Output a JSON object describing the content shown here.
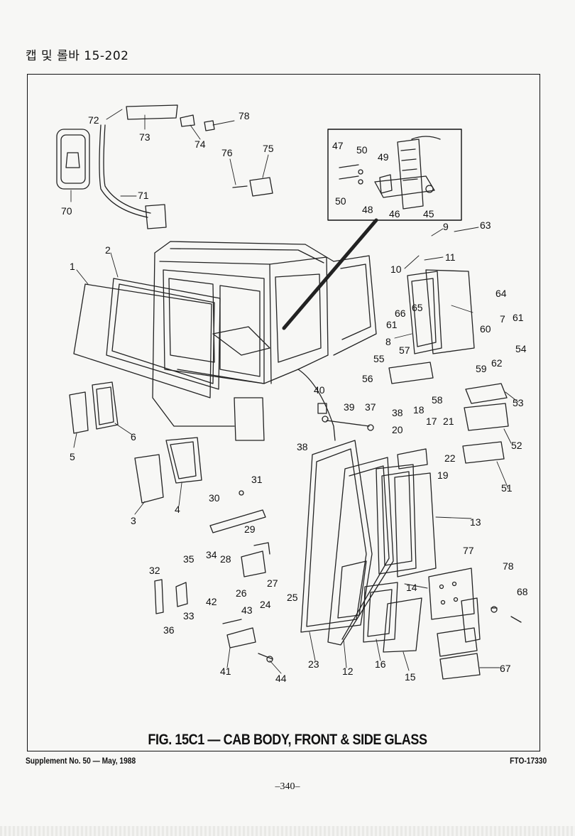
{
  "header": {
    "title": "캡 및 롤바 15-202"
  },
  "figure": {
    "caption": "FIG. 15C1 — CAB BODY, FRONT & SIDE GLASS",
    "callouts": [
      {
        "label": "1"
      },
      {
        "label": "2"
      },
      {
        "label": "3"
      },
      {
        "label": "4"
      },
      {
        "label": "5"
      },
      {
        "label": "6"
      },
      {
        "label": "7"
      },
      {
        "label": "8"
      },
      {
        "label": "9"
      },
      {
        "label": "10"
      },
      {
        "label": "11"
      },
      {
        "label": "12"
      },
      {
        "label": "13"
      },
      {
        "label": "14"
      },
      {
        "label": "15"
      },
      {
        "label": "16"
      },
      {
        "label": "17"
      },
      {
        "label": "18"
      },
      {
        "label": "19"
      },
      {
        "label": "20"
      },
      {
        "label": "21"
      },
      {
        "label": "22"
      },
      {
        "label": "23"
      },
      {
        "label": "24"
      },
      {
        "label": "25"
      },
      {
        "label": "26"
      },
      {
        "label": "27"
      },
      {
        "label": "28"
      },
      {
        "label": "29"
      },
      {
        "label": "30"
      },
      {
        "label": "31"
      },
      {
        "label": "32"
      },
      {
        "label": "33"
      },
      {
        "label": "34"
      },
      {
        "label": "35"
      },
      {
        "label": "36"
      },
      {
        "label": "37"
      },
      {
        "label": "38"
      },
      {
        "label": "38"
      },
      {
        "label": "39"
      },
      {
        "label": "40"
      },
      {
        "label": "41"
      },
      {
        "label": "42"
      },
      {
        "label": "43"
      },
      {
        "label": "44"
      },
      {
        "label": "45"
      },
      {
        "label": "46"
      },
      {
        "label": "47"
      },
      {
        "label": "48"
      },
      {
        "label": "49"
      },
      {
        "label": "50"
      },
      {
        "label": "50"
      },
      {
        "label": "51"
      },
      {
        "label": "52"
      },
      {
        "label": "53"
      },
      {
        "label": "54"
      },
      {
        "label": "55"
      },
      {
        "label": "56"
      },
      {
        "label": "57"
      },
      {
        "label": "58"
      },
      {
        "label": "59"
      },
      {
        "label": "60"
      },
      {
        "label": "61"
      },
      {
        "label": "61"
      },
      {
        "label": "62"
      },
      {
        "label": "63"
      },
      {
        "label": "64"
      },
      {
        "label": "65"
      },
      {
        "label": "66"
      },
      {
        "label": "67"
      },
      {
        "label": "68"
      },
      {
        "label": "70"
      },
      {
        "label": "71"
      },
      {
        "label": "72"
      },
      {
        "label": "73"
      },
      {
        "label": "74"
      },
      {
        "label": "75"
      },
      {
        "label": "76"
      },
      {
        "label": "77"
      },
      {
        "label": "78"
      },
      {
        "label": "78"
      }
    ]
  },
  "footer": {
    "supplement": "Supplement No. 50 — May, 1988",
    "doc_number": "FTO-17330",
    "page_number": "–340–"
  }
}
